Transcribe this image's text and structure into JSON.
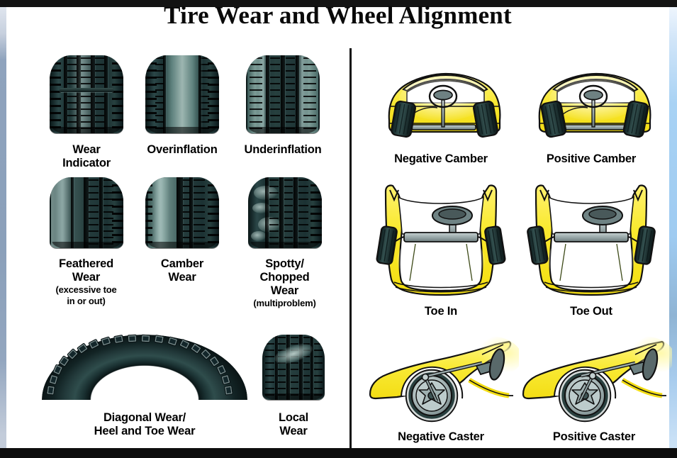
{
  "poster": {
    "title": "Tire Wear and Wheel Alignment",
    "colors": {
      "car_body": "#f7e635",
      "car_body_light": "#fffbc9",
      "tire_dark": "#1d3434",
      "steel_gray": "#8b9a9b",
      "outline": "#111111",
      "frame_left": "#8ba0ba",
      "frame_right": "#a8d2f4",
      "bar_black": "#0d0d0d"
    }
  },
  "left_panel": {
    "name": "tire-wear-patterns",
    "rows": [
      {
        "items": [
          {
            "label": "Wear\nIndicator",
            "sub": "",
            "art": "tire-wear-indicator"
          },
          {
            "label": "Overinflation",
            "sub": "",
            "art": "tire-overinflation"
          },
          {
            "label": "Underinflation",
            "sub": "",
            "art": "tire-underinflation"
          }
        ]
      },
      {
        "items": [
          {
            "label": "Feathered\nWear",
            "sub": "(excessive toe\nin or out)",
            "art": "tire-feathered-wear"
          },
          {
            "label": "Camber\nWear",
            "sub": "",
            "art": "tire-camber-wear"
          },
          {
            "label": "Spotty/\nChopped\nWear",
            "sub": "(multiproblem)",
            "art": "tire-spotty-chopped-wear"
          }
        ]
      },
      {
        "items": [
          {
            "label": "Diagonal Wear/\nHeel and Toe Wear",
            "sub": "",
            "art": "tire-diagonal-heel-toe-wear"
          },
          {
            "label": "Local\nWear",
            "sub": "",
            "art": "tire-local-wear"
          }
        ]
      }
    ]
  },
  "right_panel": {
    "name": "wheel-alignment-angles",
    "rows": [
      {
        "items": [
          {
            "label": "Negative Camber",
            "art": "car-front-negative-camber"
          },
          {
            "label": "Positive Camber",
            "art": "car-front-positive-camber"
          }
        ]
      },
      {
        "items": [
          {
            "label": "Toe In",
            "art": "car-top-toe-in"
          },
          {
            "label": "Toe Out",
            "art": "car-top-toe-out"
          }
        ]
      },
      {
        "items": [
          {
            "label": "Negative Caster",
            "art": "car-side-negative-caster"
          },
          {
            "label": "Positive Caster",
            "art": "car-side-positive-caster"
          }
        ]
      }
    ]
  }
}
